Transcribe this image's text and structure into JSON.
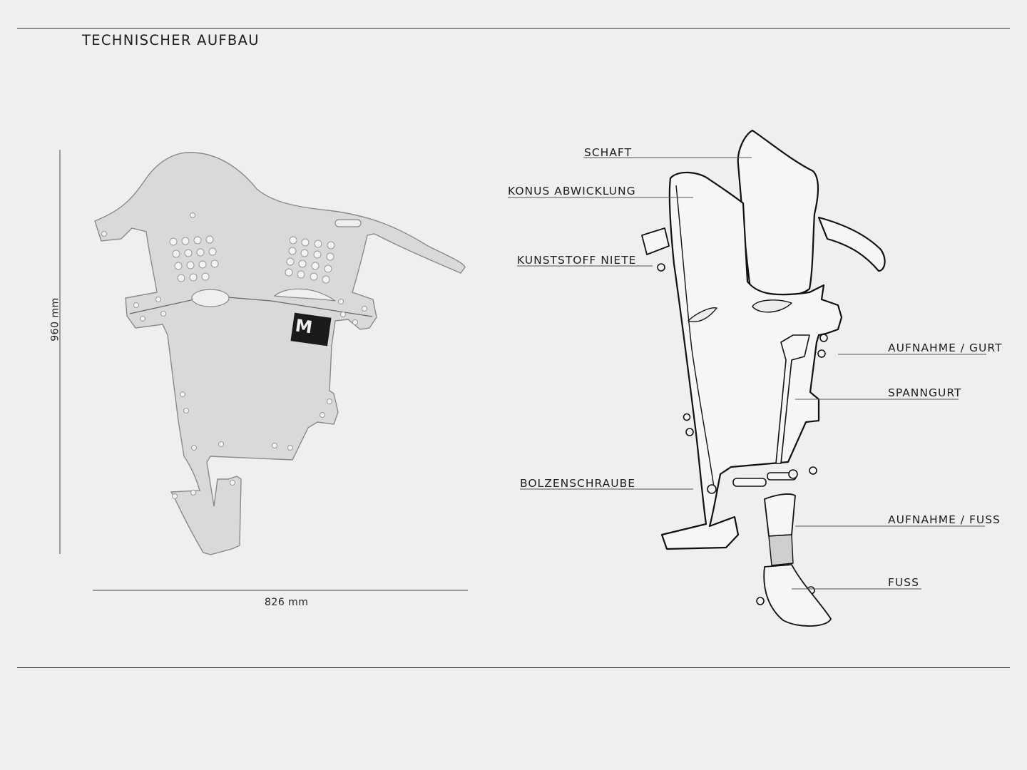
{
  "title": "TECHNISCHER AUFBAU",
  "dimensions": {
    "width": "826 mm",
    "height": "960 mm"
  },
  "plate_logo": "M",
  "components": [
    {
      "id": "schaft",
      "label": "SCHAFT"
    },
    {
      "id": "konus",
      "label": "KONUS ABWICKLUNG"
    },
    {
      "id": "niete",
      "label": "KUNSTSTOFF NIETE"
    },
    {
      "id": "bolzen",
      "label": "BOLZENSCHRAUBE"
    },
    {
      "id": "gurt",
      "label": "AUFNAHME / GURT"
    },
    {
      "id": "spanngurt",
      "label": "SPANNGURT"
    },
    {
      "id": "aufnahme-fuss",
      "label": "AUFNAHME / FUSS"
    },
    {
      "id": "fuss",
      "label": "FUSS"
    }
  ],
  "colors": {
    "background": "#efefef",
    "plate_fill": "#d9d9d9",
    "line": "#1a1a1a",
    "leader": "#555555"
  }
}
